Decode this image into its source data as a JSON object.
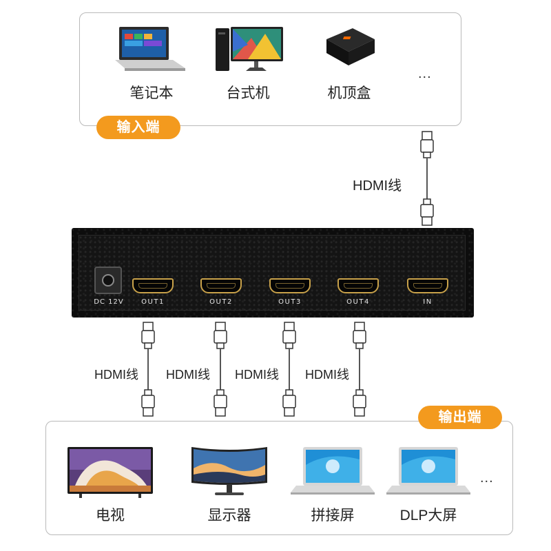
{
  "input": {
    "badge": "输入端",
    "devices": [
      {
        "label": "笔记本",
        "icon": "laptop-icon"
      },
      {
        "label": "台式机",
        "icon": "desktop-pc-icon"
      },
      {
        "label": "机顶盒",
        "icon": "set-top-box-icon"
      }
    ],
    "more": "..."
  },
  "top_cable": {
    "label": "HDMI线"
  },
  "switch": {
    "power": "DC 12V",
    "ports": [
      "OUT1",
      "OUT2",
      "OUT3",
      "OUT4",
      "IN"
    ],
    "accent": "#c9a24a"
  },
  "output_cables": [
    "HDMI线",
    "HDMI线",
    "HDMI线",
    "HDMI线"
  ],
  "output": {
    "badge": "输出端",
    "devices": [
      {
        "label": "电视",
        "icon": "tv-icon"
      },
      {
        "label": "显示器",
        "icon": "curved-monitor-icon"
      },
      {
        "label": "拼接屏",
        "icon": "laptop-icon"
      },
      {
        "label": "DLP大屏",
        "icon": "laptop-icon"
      }
    ],
    "more": "..."
  },
  "colors": {
    "badge": "#f39a1e",
    "panel_border": "#b9b9b9",
    "switch_body": "#0d0d0d"
  }
}
